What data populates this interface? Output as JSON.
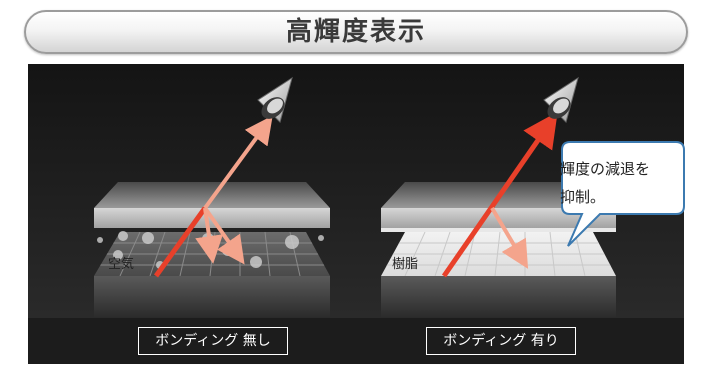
{
  "title": "高輝度表示",
  "panels": [
    {
      "caption": "ボンディング 無し",
      "layer_label": "空気"
    },
    {
      "caption": "ボンディング 有り",
      "layer_label": "樹脂"
    }
  ],
  "callout": {
    "line1": "輝度の減退を",
    "line2": "抑制。"
  },
  "colors": {
    "background": "#222222",
    "ray_strong": "#e8402a",
    "ray_weak": "#f4a48c",
    "bubble_border": "#3c7ab0"
  }
}
